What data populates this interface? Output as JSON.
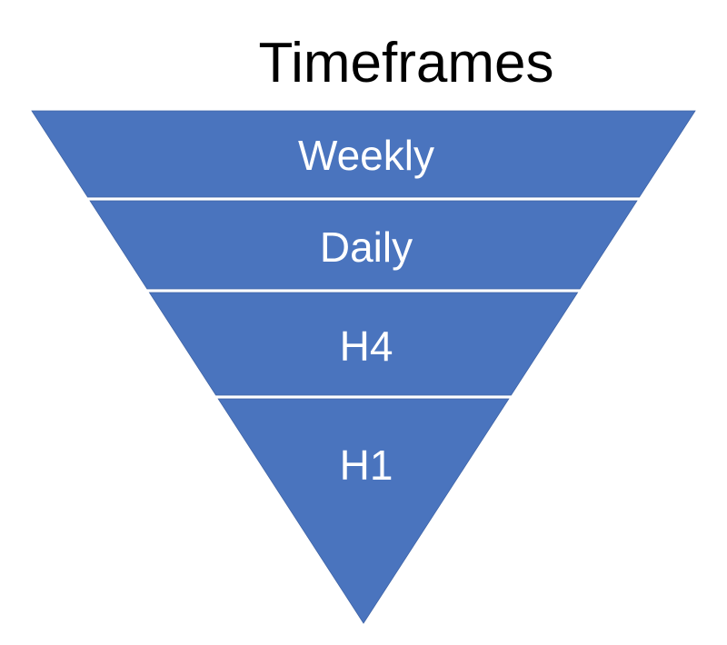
{
  "title": "Timeframes",
  "fill_color": "#4A74BE",
  "edge_color": "#3F64A6",
  "levels": [
    {
      "label": "Weekly"
    },
    {
      "label": "Daily"
    },
    {
      "label": "H4"
    },
    {
      "label": "H1"
    }
  ]
}
